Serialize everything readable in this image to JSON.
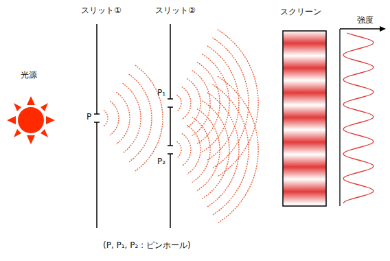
{
  "diagram": {
    "labels": [
      "光源",
      "スリット①",
      "P",
      "スリット②",
      "P₁",
      "P₂",
      "スクリーン",
      "強度",
      "(P, P₁, P₂ : ピンホール)"
    ]
  }
}
